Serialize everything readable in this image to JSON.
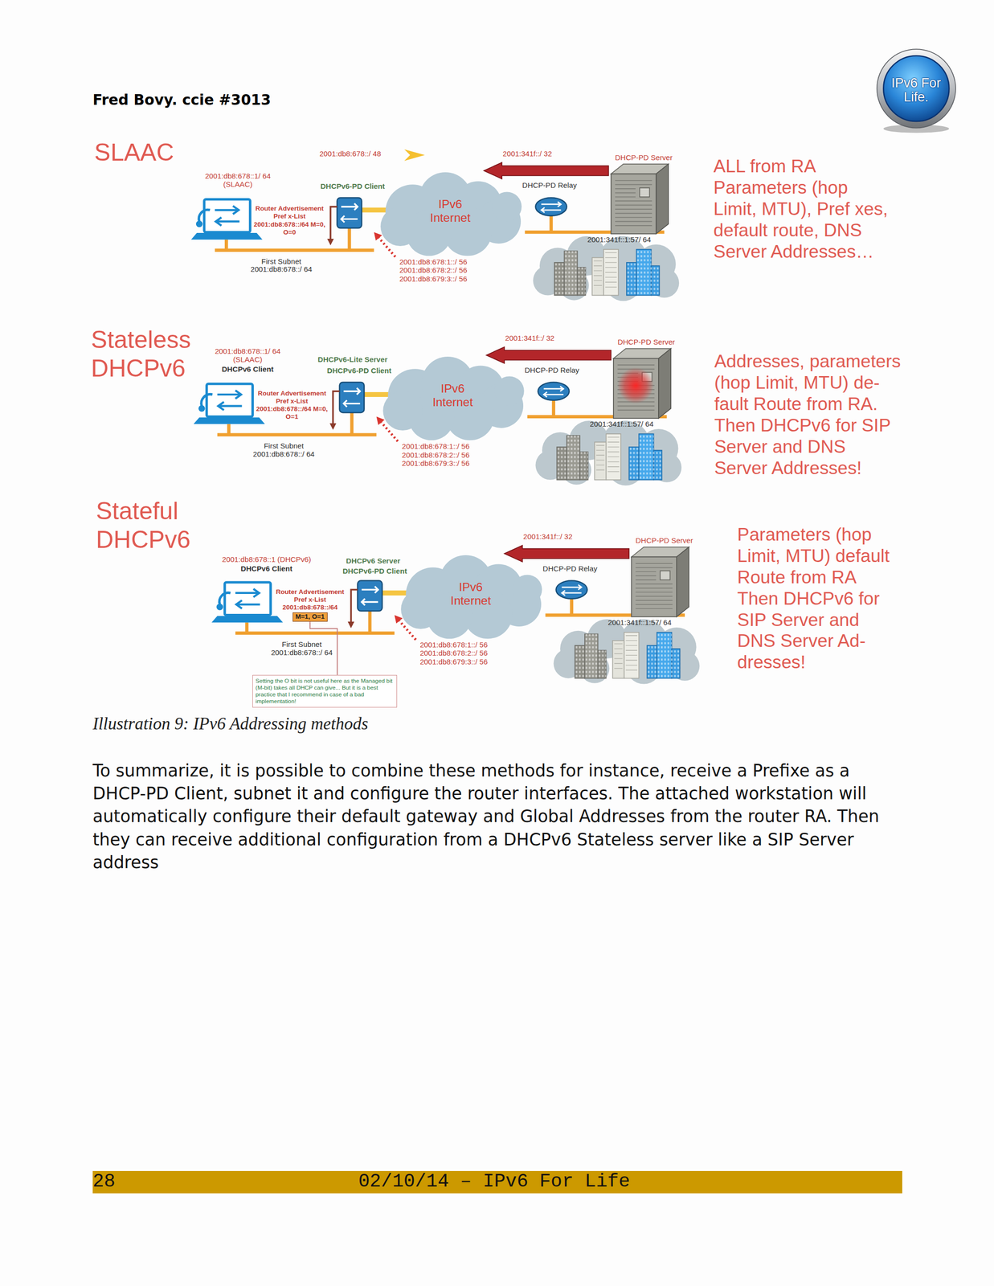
{
  "diagram": {
    "caption": "Illustration 9: IPv6 Addressing methods",
    "nodes": [
      {
        "text": [
          "IPv6 For Life."
        ]
      },
      {
        "text": [
          "IPv6 Internet"
        ]
      },
      {
        "text": [
          "IPv6 Internet"
        ]
      },
      {
        "text": [
          "IPv6 Internet"
        ]
      },
      {
        "text": [
          "M=1, O=1"
        ]
      },
      {
        "text": [
          "Setting the O bit is not useful here as the Managed bit (M-bit) takes all DHCP can give... But it is a best practice that I recommend in case of a bad implementation!"
        ]
      },
      {
        "text": [
          "28",
          "02/10/14 – IPv6 For Life"
        ]
      }
    ],
    "edges": [
      {
        "from": 5,
        "to": 4,
        "arrow": "none"
      }
    ],
    "labels": [
      "Fred Bovy. ccie #3013",
      "SLAAC",
      "2001:db8:678::/ 48",
      "2001:341f::/ 32",
      "DHCP-PD Server",
      "2001:db8:678::1/ 64 (SLAAC)",
      "DHCPv6-PD Client",
      "DHCP-PD Relay",
      "Router Advertisement Pref x-List 2001:db8:678::/64 M=0, O=0",
      "2001:341f::1:57/ 64",
      "First Subnet 2001:db8:678::/ 64",
      "2001:db8:678:1::/ 56 2001:db8:678:2::/ 56 2001:db8:679:3::/ 56",
      "ALL from RA Parameters (hop Limit, MTU), Pref xes, default route, DNS Server Addresses…",
      "Stateless DHCPv6",
      "2001:341f::/ 32",
      "DHCP-PD Server",
      "2001:db8:678::1/ 64 (SLAAC)",
      "DHCPv6 Client",
      "DHCPv6-Lite Server",
      "DHCPv6-PD Client",
      "DHCP-PD Relay",
      "Router Advertisement Pref x-List 2001:db8:678::/64 M=0, O=1",
      "2001:341f::1:57/ 64",
      "First Subnet 2001:db8:678::/ 64",
      "2001:db8:678:1::/ 56 2001:db8:678:2::/ 56 2001:db8:679:3::/ 56",
      "Addresses, parameters (hop Limit, MTU) de- fault Route from RA. Then DHCPv6 for SIP Server and DNS Server Addresses!",
      "Stateful DHCPv6",
      "2001:341f::/ 32",
      "DHCP-PD Server",
      "2001:db8:678::1 (DHCPv6)",
      "DHCPv6 Client",
      "DHCPv6 Server",
      "DHCPv6-PD Client",
      "DHCP-PD Relay",
      "Router Advertisement Pref x-List 2001:db8:678::/64",
      "2001:341f::1:57/ 64",
      "First Subnet 2001:db8:678::/ 64",
      "2001:db8:678:1::/ 56 2001:db8:678:2::/ 56 2001:db8:679:3::/ 56",
      "Parameters (hop Limit, MTU) default Route from RA Then DHCPv6 for SIP Server and DNS Server Ad- dresses!",
      "To summarize, it is possible to combine these methods for instance, receive a Prefixe as a DHCP-PD Client, subnet it and configure the router interfaces. The attached workstation will automatically configure their default gateway and Global Addresses from the router RA. Then they can receive additional configuration from a DHCPv6 Stateless server like a SIP Server address"
    ]
  }
}
